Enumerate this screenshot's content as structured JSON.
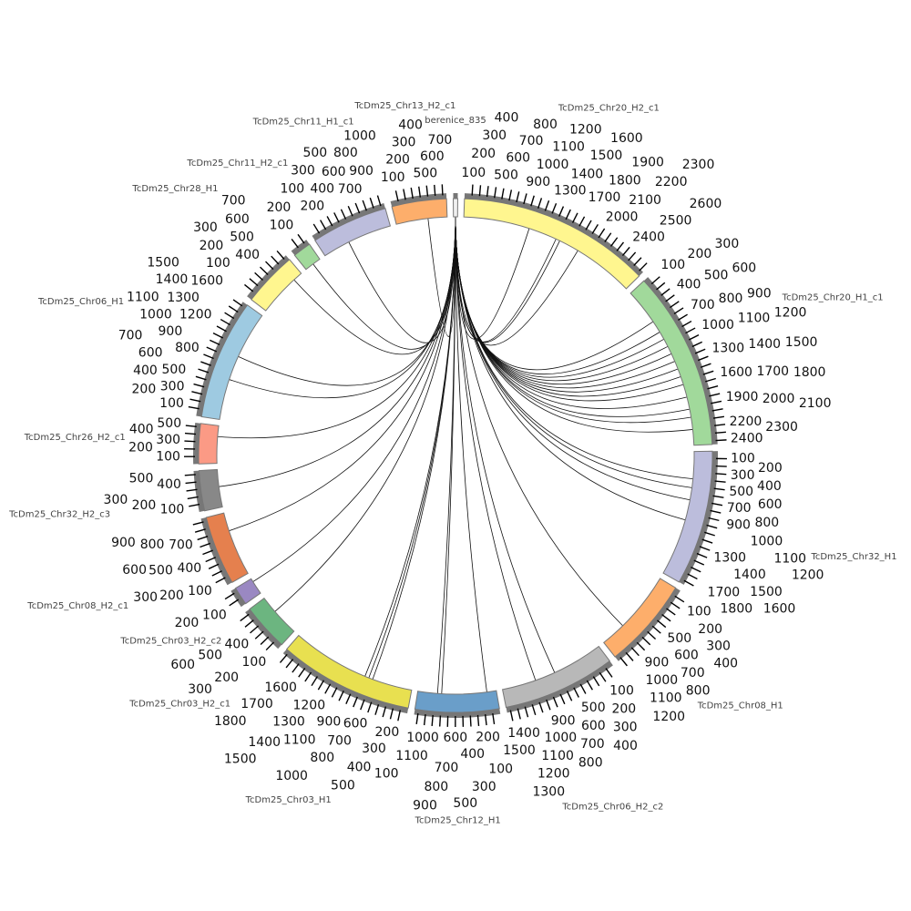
{
  "chart_data": {
    "type": "chord",
    "title": "",
    "tick_interval": 100,
    "segments": [
      {
        "name": "berenice_835",
        "length": 0.835,
        "color": "#f0f0f0",
        "ticks": false
      },
      {
        "name": "TcDm25_Chr20_H2_c1",
        "length": 2650,
        "color": "#fff68f"
      },
      {
        "name": "TcDm25_Chr20_H1_c1",
        "length": 2450,
        "color": "#a1d99b"
      },
      {
        "name": "TcDm25_Chr32_H1",
        "length": 1850,
        "color": "#bcbddc"
      },
      {
        "name": "TcDm25_Chr08_H1",
        "length": 1250,
        "color": "#fdae6b"
      },
      {
        "name": "TcDm25_Chr06_H2_c2",
        "length": 1550,
        "color": "#b8b8b8"
      },
      {
        "name": "TcDm25_Chr12_H1",
        "length": 1150,
        "color": "#6a9ec9"
      },
      {
        "name": "TcDm25_Chr03_H1",
        "length": 1850,
        "color": "#e8e050"
      },
      {
        "name": "TcDm25_Chr03_H2_c1",
        "length": 650,
        "color": "#6cb580"
      },
      {
        "name": "TcDm25_Chr03_H2_c2",
        "length": 250,
        "color": "#9a88c2"
      },
      {
        "name": "TcDm25_Chr08_H2_c1",
        "length": 950,
        "color": "#e5804e"
      },
      {
        "name": "TcDm25_Chr32_H2_c3",
        "length": 550,
        "color": "#888888"
      },
      {
        "name": "TcDm25_Chr26_H2_c1",
        "length": 550,
        "color": "#fb9a85"
      },
      {
        "name": "TcDm25_Chr06_H1",
        "length": 1650,
        "color": "#9ecae1"
      },
      {
        "name": "TcDm25_Chr28_H1",
        "length": 750,
        "color": "#fff68f"
      },
      {
        "name": "TcDm25_Chr11_H2_c1",
        "length": 250,
        "color": "#a1d99b"
      },
      {
        "name": "TcDm25_Chr11_H1_c1",
        "length": 1050,
        "color": "#bcbddc"
      },
      {
        "name": "TcDm25_Chr13_H2_c1",
        "length": 750,
        "color": "#fdae6b"
      }
    ],
    "links": [
      {
        "source": "berenice_835",
        "target": "TcDm25_Chr20_H2_c1",
        "pos": 970
      },
      {
        "source": "berenice_835",
        "target": "TcDm25_Chr20_H2_c1",
        "pos": 1390
      },
      {
        "source": "berenice_835",
        "target": "TcDm25_Chr20_H2_c1",
        "pos": 1450
      },
      {
        "source": "berenice_835",
        "target": "TcDm25_Chr20_H2_c1",
        "pos": 1750
      },
      {
        "source": "berenice_835",
        "target": "TcDm25_Chr20_H1_c1",
        "pos": 530
      },
      {
        "source": "berenice_835",
        "target": "TcDm25_Chr20_H1_c1",
        "pos": 710
      },
      {
        "source": "berenice_835",
        "target": "TcDm25_Chr20_H1_c1",
        "pos": 830
      },
      {
        "source": "berenice_835",
        "target": "TcDm25_Chr20_H1_c1",
        "pos": 950
      },
      {
        "source": "berenice_835",
        "target": "TcDm25_Chr20_H1_c1",
        "pos": 1070
      },
      {
        "source": "berenice_835",
        "target": "TcDm25_Chr20_H1_c1",
        "pos": 1190
      },
      {
        "source": "berenice_835",
        "target": "TcDm25_Chr20_H1_c1",
        "pos": 1310
      },
      {
        "source": "berenice_835",
        "target": "TcDm25_Chr20_H1_c1",
        "pos": 1430
      },
      {
        "source": "berenice_835",
        "target": "TcDm25_Chr20_H1_c1",
        "pos": 1550
      },
      {
        "source": "berenice_835",
        "target": "TcDm25_Chr20_H1_c1",
        "pos": 1740
      },
      {
        "source": "berenice_835",
        "target": "TcDm25_Chr20_H1_c1",
        "pos": 1920
      },
      {
        "source": "berenice_835",
        "target": "TcDm25_Chr20_H1_c1",
        "pos": 2040
      },
      {
        "source": "berenice_835",
        "target": "TcDm25_Chr20_H1_c1",
        "pos": 2220
      },
      {
        "source": "berenice_835",
        "target": "TcDm25_Chr32_H1",
        "pos": 400
      },
      {
        "source": "berenice_835",
        "target": "TcDm25_Chr32_H1",
        "pos": 530
      },
      {
        "source": "berenice_835",
        "target": "TcDm25_Chr32_H1",
        "pos": 710
      },
      {
        "source": "berenice_835",
        "target": "TcDm25_Chr32_H1",
        "pos": 1010
      },
      {
        "source": "berenice_835",
        "target": "TcDm25_Chr08_H1",
        "pos": 880
      },
      {
        "source": "berenice_835",
        "target": "TcDm25_Chr06_H2_c2",
        "pos": 750
      },
      {
        "source": "berenice_835",
        "target": "TcDm25_Chr06_H2_c2",
        "pos": 1050
      },
      {
        "source": "berenice_835",
        "target": "TcDm25_Chr12_H1",
        "pos": 140
      },
      {
        "source": "berenice_835",
        "target": "TcDm25_Chr12_H1",
        "pos": 800
      },
      {
        "source": "berenice_835",
        "target": "TcDm25_Chr12_H1",
        "pos": 860
      },
      {
        "source": "berenice_835",
        "target": "TcDm25_Chr03_H1",
        "pos": 590
      },
      {
        "source": "berenice_835",
        "target": "TcDm25_Chr03_H1",
        "pos": 650
      },
      {
        "source": "berenice_835",
        "target": "TcDm25_Chr03_H1",
        "pos": 710
      },
      {
        "source": "berenice_835",
        "target": "TcDm25_Chr03_H2_c1",
        "pos": 400
      },
      {
        "source": "berenice_835",
        "target": "TcDm25_Chr03_H2_c2",
        "pos": 200
      },
      {
        "source": "berenice_835",
        "target": "TcDm25_Chr08_H2_c1",
        "pos": 680
      },
      {
        "source": "berenice_835",
        "target": "TcDm25_Chr32_H2_c3",
        "pos": 300
      },
      {
        "source": "berenice_835",
        "target": "TcDm25_Chr26_H2_c1",
        "pos": 390
      },
      {
        "source": "berenice_835",
        "target": "TcDm25_Chr06_H1",
        "pos": 600
      },
      {
        "source": "berenice_835",
        "target": "TcDm25_Chr06_H1",
        "pos": 960
      },
      {
        "source": "berenice_835",
        "target": "TcDm25_Chr28_H1",
        "pos": 610
      },
      {
        "source": "berenice_835",
        "target": "TcDm25_Chr11_H2_c1",
        "pos": 130
      },
      {
        "source": "berenice_835",
        "target": "TcDm25_Chr11_H1_c1",
        "pos": 400
      },
      {
        "source": "berenice_835",
        "target": "TcDm25_Chr13_H2_c1",
        "pos": 470
      }
    ]
  }
}
